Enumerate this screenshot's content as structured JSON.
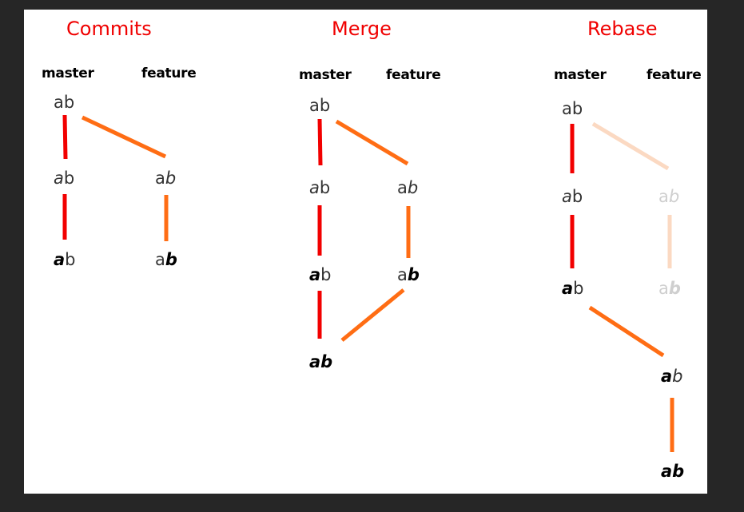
{
  "colors": {
    "master_line": "#f20000",
    "feature_line": "#ff6d14",
    "feature_line_faded": "#fbd9c2",
    "title": "#f00000",
    "background": "#262626"
  },
  "panels": [
    {
      "title": "Commits",
      "branches": {
        "master": "master",
        "feature": "feature"
      },
      "commits": [
        {
          "a": "a",
          "b": "b"
        },
        {
          "a": "a",
          "b": "b"
        },
        {
          "a": "a",
          "b": "b"
        },
        {
          "a": "a",
          "b": "b"
        },
        {
          "a": "a",
          "b": "b"
        }
      ]
    },
    {
      "title": "Merge",
      "branches": {
        "master": "master",
        "feature": "feature"
      },
      "commits": [
        {
          "a": "a",
          "b": "b"
        },
        {
          "a": "a",
          "b": "b"
        },
        {
          "a": "a",
          "b": "b"
        },
        {
          "a": "a",
          "b": "b"
        },
        {
          "a": "a",
          "b": "b"
        },
        {
          "a": "a",
          "b": "b"
        }
      ]
    },
    {
      "title": "Rebase",
      "branches": {
        "master": "master",
        "feature": "feature"
      },
      "commits": [
        {
          "a": "a",
          "b": "b"
        },
        {
          "a": "a",
          "b": "b"
        },
        {
          "a": "a",
          "b": "b"
        },
        {
          "a": "a",
          "b": "b"
        },
        {
          "a": "a",
          "b": "b"
        },
        {
          "a": "a",
          "b": "b"
        },
        {
          "a": "a",
          "b": "b"
        }
      ]
    }
  ]
}
